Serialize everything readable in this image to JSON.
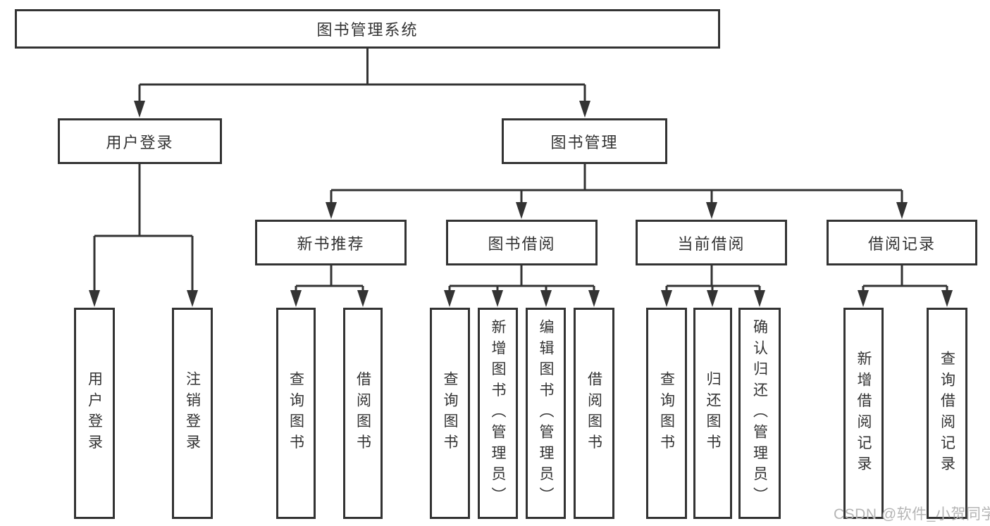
{
  "colors": {
    "line": "#333333",
    "text": "#333333",
    "watermark": "#b5b5b5",
    "background": "#ffffff"
  },
  "tree": {
    "label": "图书管理系统",
    "children": [
      {
        "label": "用户登录",
        "children": [
          {
            "label": "用户登录"
          },
          {
            "label": "注销登录"
          }
        ]
      },
      {
        "label": "图书管理",
        "children": [
          {
            "label": "新书推荐",
            "children": [
              {
                "label": "查询图书"
              },
              {
                "label": "借阅图书"
              }
            ]
          },
          {
            "label": "图书借阅",
            "children": [
              {
                "label": "查询图书"
              },
              {
                "label": "新增图书（管理员）"
              },
              {
                "label": "编辑图书（管理员）"
              },
              {
                "label": "借阅图书"
              }
            ]
          },
          {
            "label": "当前借阅",
            "children": [
              {
                "label": "查询图书"
              },
              {
                "label": "归还图书"
              },
              {
                "label": "确认归还（管理员）"
              }
            ]
          },
          {
            "label": "借阅记录",
            "children": [
              {
                "label": "新增借阅记录"
              },
              {
                "label": "查询借阅记录"
              }
            ]
          }
        ]
      }
    ]
  },
  "watermark": {
    "text": "CSDN @软件_小贺同学"
  }
}
